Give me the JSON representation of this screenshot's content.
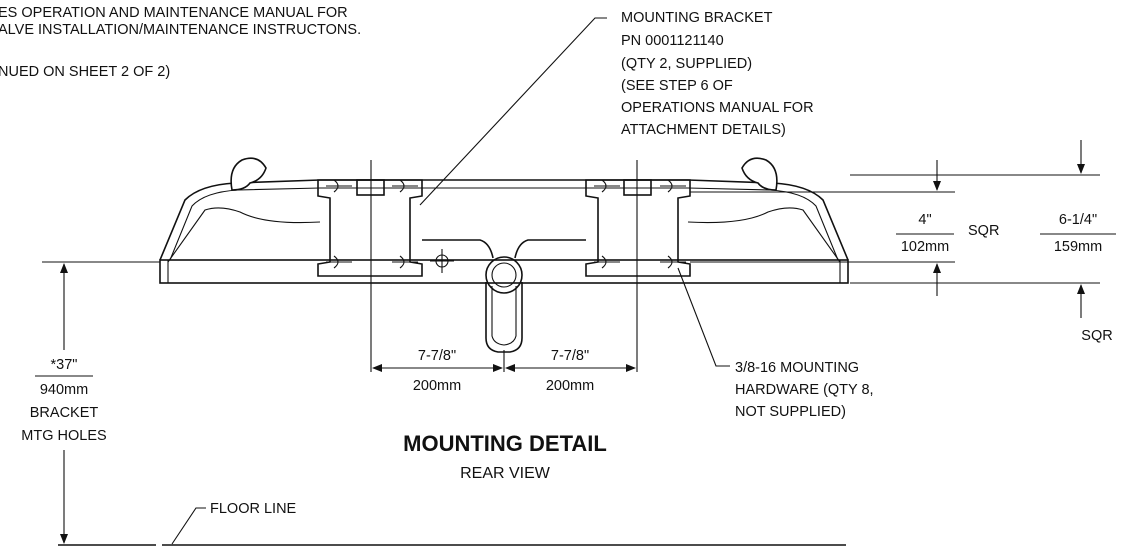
{
  "notes": {
    "line1": "ES OPERATION AND MAINTENANCE MANUAL FOR",
    "line2": "ALVE INSTALLATION/MAINTENANCE INSTRUCTONS.",
    "line3": "NUED ON SHEET 2 OF 2)"
  },
  "bracket_callout": {
    "line1": "MOUNTING BRACKET",
    "line2": "PN 0001121140",
    "line3": "(QTY 2, SUPPLIED)",
    "line4": "(SEE STEP 6 OF",
    "line5": "OPERATIONS MANUAL FOR",
    "line6": "ATTACHMENT DETAILS)"
  },
  "dim_square": {
    "top": "4\"",
    "bottom": "102mm",
    "suffix": "SQR"
  },
  "dim_right": {
    "top": "6-1/4\"",
    "bottom": "159mm",
    "suffix": "SQR"
  },
  "dim_left_span": {
    "top": "7-7/8\"",
    "bottom": "200mm"
  },
  "dim_right_span": {
    "top": "7-7/8\"",
    "bottom": "200mm"
  },
  "hardware_callout": {
    "line1": "3/8-16 MOUNTING",
    "line2": "HARDWARE (QTY 8,",
    "line3": "NOT SUPPLIED)"
  },
  "height_dim": {
    "top": "*37\"",
    "bottom": "940mm",
    "line3": "BRACKET",
    "line4": "MTG HOLES"
  },
  "title": {
    "main": "MOUNTING DETAIL",
    "sub": "REAR VIEW"
  },
  "floor_label": "FLOOR LINE"
}
